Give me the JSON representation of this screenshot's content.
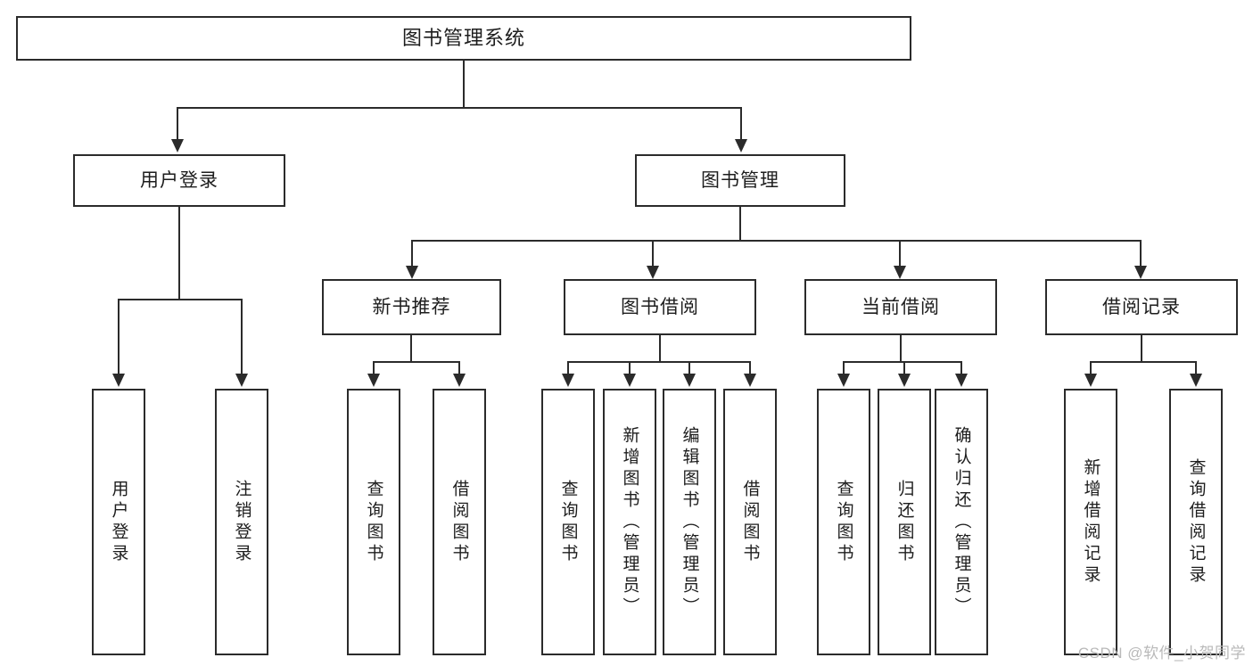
{
  "diagram": {
    "title": "图书管理系统",
    "type": "tree",
    "root": {
      "label": "图书管理系统"
    },
    "level2": [
      {
        "label": "用户登录"
      },
      {
        "label": "图书管理"
      }
    ],
    "level3": [
      {
        "label": "新书推荐"
      },
      {
        "label": "图书借阅"
      },
      {
        "label": "当前借阅"
      },
      {
        "label": "借阅记录"
      }
    ],
    "leaves": {
      "user_login": [
        {
          "label": "用户登录"
        },
        {
          "label": "注销登录"
        }
      ],
      "new_book_recommend": [
        {
          "label": "查询图书"
        },
        {
          "label": "借阅图书"
        }
      ],
      "book_borrow": [
        {
          "label": "查询图书"
        },
        {
          "label": "新增图书（管理员）"
        },
        {
          "label": "编辑图书（管理员）"
        },
        {
          "label": "借阅图书"
        }
      ],
      "current_borrow": [
        {
          "label": "查询图书"
        },
        {
          "label": "归还图书"
        },
        {
          "label": "确认归还（管理员）"
        }
      ],
      "borrow_record": [
        {
          "label": "新增借阅记录"
        },
        {
          "label": "查询借阅记录"
        }
      ]
    },
    "watermark": "CSDN @软件_小贺同学",
    "colors": {
      "border": "#2b2b2b",
      "background": "#ffffff",
      "text": "#1d1d1d",
      "watermark": "#b9b9b9"
    }
  }
}
